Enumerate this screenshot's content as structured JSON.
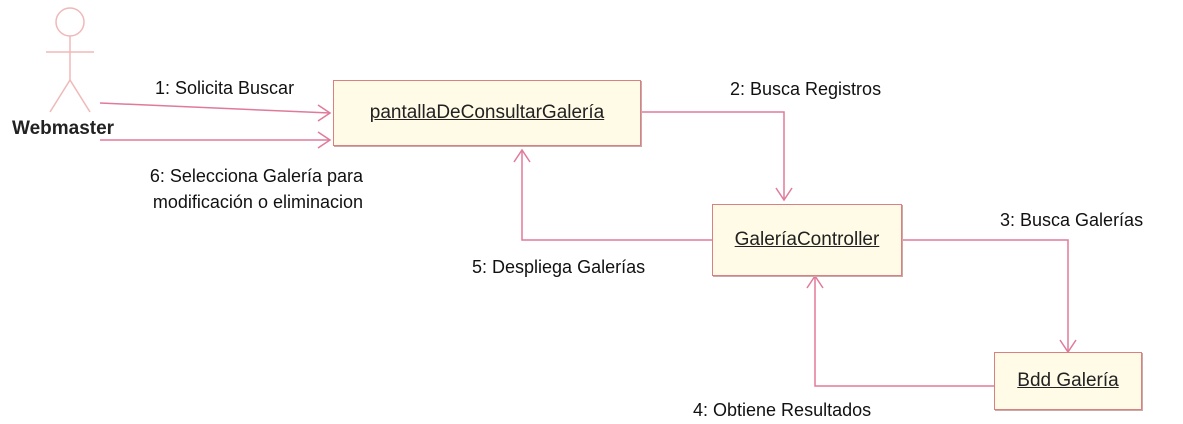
{
  "actor": {
    "name": "Webmaster"
  },
  "objects": {
    "pantalla": "pantallaDeConsultarGalería",
    "controller": "GaleríaController",
    "bdd": "Bdd Galería"
  },
  "messages": {
    "m1": "1: Solicita Buscar",
    "m2": "2: Busca Registros",
    "m3": "3: Busca Galerías",
    "m4": "4: Obtiene Resultados",
    "m5": "5: Despliega Galerías",
    "m6_line1": "6: Selecciona Galería para",
    "m6_line2": "modificación o eliminacion"
  },
  "colors": {
    "line": "#e07a9a",
    "box_border": "#d98080",
    "box_fill": "#fffbe6",
    "actor": "#f0b8b8"
  }
}
